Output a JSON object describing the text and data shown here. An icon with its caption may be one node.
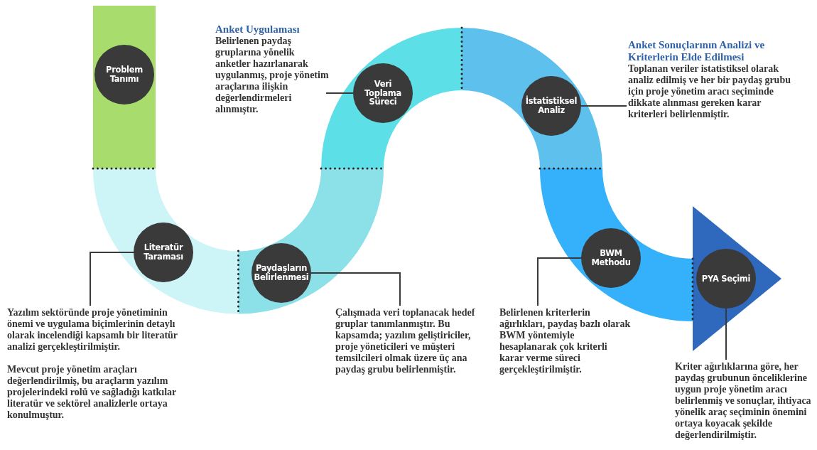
{
  "diagram": {
    "nodes": [
      {
        "text": [
          "Problem Tanımı"
        ]
      },
      {
        "text": [
          "Literatür Taraması"
        ]
      },
      {
        "text": [
          "Paydaşların Belirlenmesi"
        ]
      },
      {
        "text": [
          "Veri Toplama Süreci"
        ]
      },
      {
        "text": [
          "İstatistiksel Analiz"
        ]
      },
      {
        "text": [
          "BWM Methodu"
        ]
      },
      {
        "text": [
          "PYA Seçimi"
        ]
      },
      {
        "text": [
          "Yazılım sektöründe proje yönetiminin önemi ve uygulama biçimlerinin detaylı olarak incelendiği kapsamlı bir literatür analizi gerçekleştirilmiştir.",
          "Mevcut proje yönetim araçları değerlendirilmiş, bu araçların yazılım projelerindeki rolü ve sağladığı katkılar literatür ve sektörel analizlerle ortaya konulmuştur."
        ]
      },
      {
        "text": [
          "Çalışmada veri toplanacak hedef gruplar tanımlanmıştır. Bu kapsamda; yazılım geliştiriciler, proje yöneticileri ve müşteri temsilcileri olmak üzere üç ana paydaş grubu belirlenmiştir."
        ]
      },
      {
        "text": [
          "Anket Uygulaması",
          "Belirlenen paydaş gruplarına yönelik anketler hazırlanarak uygulanmış, proje yönetim araçlarına ilişkin değerlendirmeleri alınmıştır."
        ]
      },
      {
        "text": [
          "Anket Sonuçlarının Analizi ve Kriterlerin Elde Edilmesi",
          "Toplanan veriler istatistiksel olarak analiz edilmiş ve her bir paydaş grubu için proje yönetim aracı seçiminde dikkate alınması gereken karar kriterleri belirlenmiştir."
        ]
      },
      {
        "text": [
          "Belirlenen kriterlerin ağırlıkları, paydaş bazlı olarak BWM yöntemiyle hesaplanarak çok kriterli karar verme süreci gerçekleştirilmiştir."
        ]
      },
      {
        "text": [
          "Kriter ağırlıklarına göre, her paydaş grubunun önceliklerine uygun proje yönetim aracı belirlenmiş ve sonuçlar, ihtiyaca yönelik araç seçiminin önemini ortaya koyacak şekilde değerlendirilmiştir."
        ]
      }
    ],
    "edges": [
      {
        "from": 7,
        "to": 1,
        "arrow": "none"
      },
      {
        "from": 8,
        "to": 2,
        "arrow": "none"
      },
      {
        "from": 9,
        "to": 3,
        "arrow": "none"
      },
      {
        "from": 10,
        "to": 4,
        "arrow": "none"
      },
      {
        "from": 11,
        "to": 5,
        "arrow": "none"
      },
      {
        "from": 12,
        "to": 6,
        "arrow": "none"
      }
    ]
  }
}
